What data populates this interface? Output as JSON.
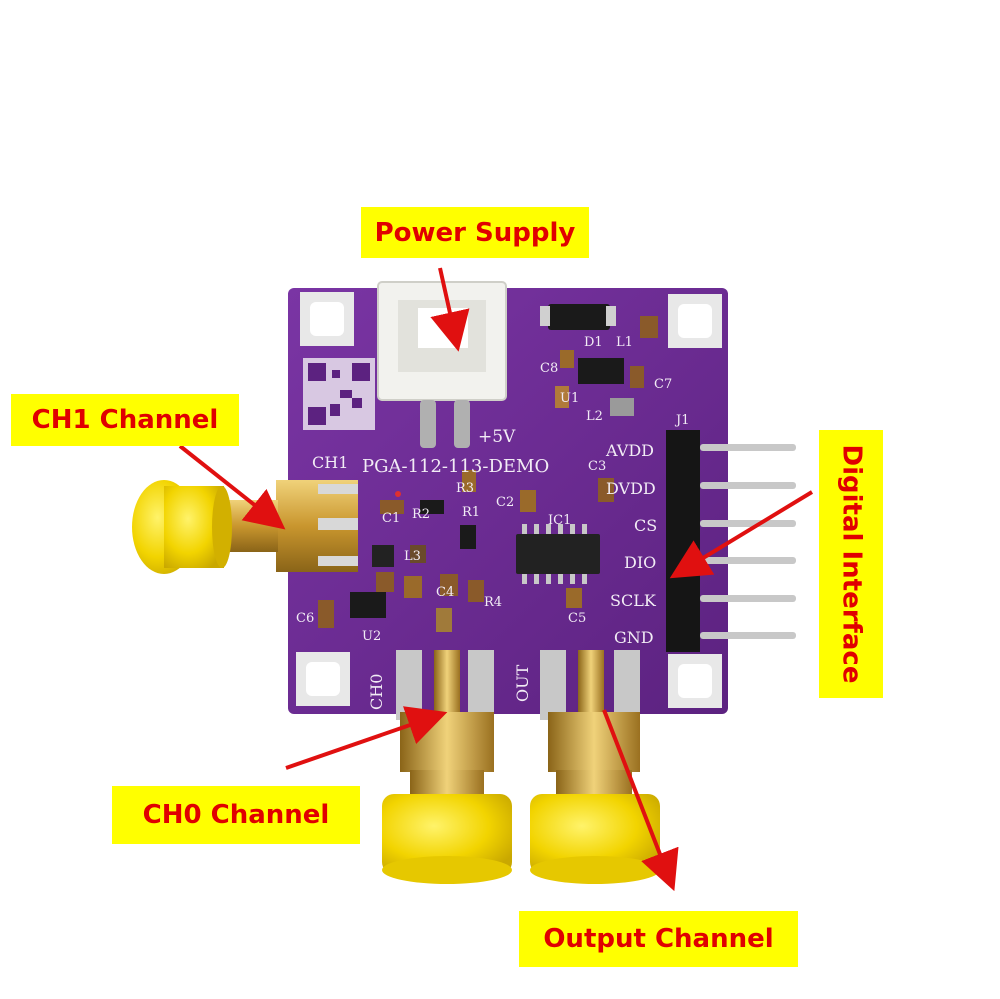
{
  "callouts": {
    "power_supply": "Power Supply",
    "ch1_channel": "CH1 Channel",
    "ch0_channel": "CH0 Channel",
    "output_channel": "Output Channel",
    "digital_interface": "Digital Interface"
  },
  "board": {
    "title": "PGA-112-113-DEMO",
    "power_label": "+5V",
    "ch1_label": "CH1",
    "ch0_label": "CH0",
    "out_label": "OUT",
    "pins": [
      "AVDD",
      "DVDD",
      "CS",
      "DIO",
      "SCLK",
      "GND"
    ],
    "designators": [
      "R3",
      "C1",
      "R2",
      "R1",
      "C2",
      "IC1",
      "L3",
      "C4",
      "R4",
      "C5",
      "C6",
      "U2",
      "D1",
      "L1",
      "U1",
      "L2",
      "C7",
      "C8",
      "J1",
      "C3"
    ]
  },
  "colors": {
    "callout_bg": "#ffff00",
    "callout_text": "#e00000",
    "pcb": "#6a2a90",
    "gold": "#c9a23a",
    "cap_yellow": "#f2d400"
  }
}
